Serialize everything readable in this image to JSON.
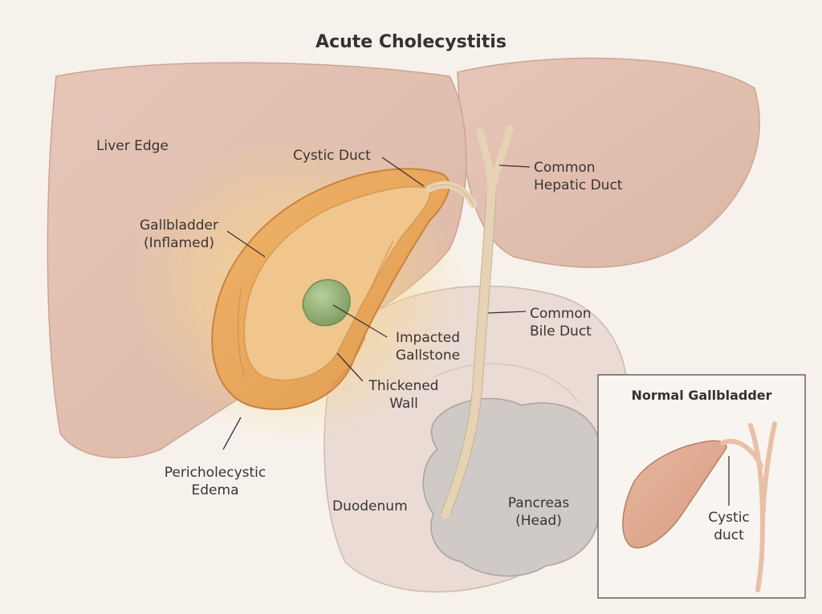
{
  "title": "Acute Cholecystitis",
  "labels": {
    "liver_edge": "Liver Edge",
    "cystic_duct": "Cystic Duct",
    "common_hepatic_duct": "Common\nHepatic Duct",
    "gallbladder": "Gallbladder\n(Inflamed)",
    "impacted_gallstone": "Impacted\nGallstone",
    "common_bile_duct": "Common\nBile Duct",
    "thickened_wall": "Thickened\nWall",
    "pericholecystic_edema": "Pericholecystic\nEdema",
    "duodenum": "Duodenum",
    "pancreas": "Pancreas\n(Head)"
  },
  "inset": {
    "title": "Normal Gallbladder",
    "cystic_duct": "Cystic\nduct"
  },
  "colors": {
    "background": "#f6f1ea",
    "liver": "#e3c1b2",
    "gallbladder_wall": "#e8a657",
    "gallbladder_lumen": "#f0c68c",
    "gallstone": "#8fae73",
    "bile_duct": "#e6d3b5",
    "duodenum": "#eadbd4",
    "pancreas": "#cfcac6",
    "edema_glow": "#f7d58a"
  }
}
